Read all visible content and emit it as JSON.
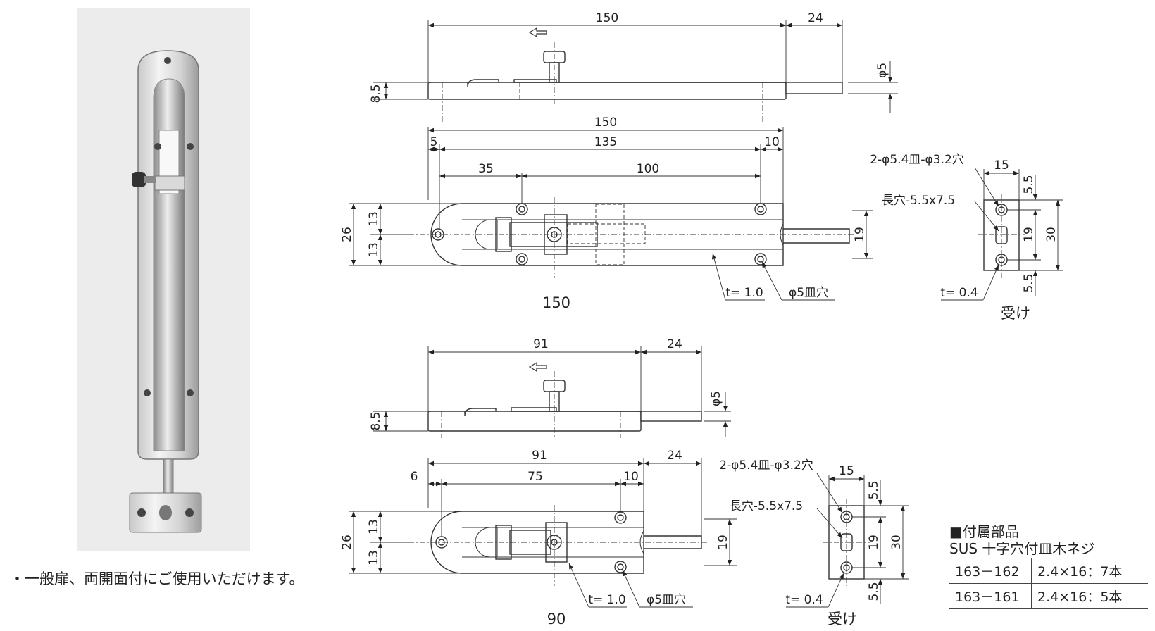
{
  "usage_note": "・一般扉、両開面付にご使用いただけます。",
  "drawing_150": {
    "model_label": "150",
    "side": {
      "length": "150",
      "rod_extension": "24",
      "rod_dia": "φ5",
      "height": "8.5"
    },
    "top": {
      "overall": "150",
      "left_margin": "5",
      "hole_span": "135",
      "right_margin": "10",
      "d1": "35",
      "d2": "100",
      "width": "26",
      "half_top": "13",
      "half_bottom": "13",
      "rod_len": "19",
      "thickness": "t= 1.0",
      "hole": "φ5皿穴"
    },
    "strike": {
      "title": "受け",
      "holes": "2-φ5.4皿-φ3.2穴",
      "slot": "長穴-5.5x7.5",
      "width": "15",
      "top_margin": "5.5",
      "pitch": "19",
      "height": "30",
      "bottom_margin": "5.5",
      "thickness": "t= 0.4"
    }
  },
  "drawing_90": {
    "model_label": "90",
    "side": {
      "length": "91",
      "rod_extension": "24",
      "rod_dia": "φ5",
      "height": "8.5"
    },
    "top": {
      "overall": "91",
      "rod_extension": "24",
      "left_margin": "6",
      "hole_span": "75",
      "right_margin": "10",
      "width": "26",
      "half_top": "13",
      "half_bottom": "13",
      "rod_len": "19",
      "thickness": "t= 1.0",
      "hole": "φ5皿穴"
    },
    "strike": {
      "title": "受け",
      "holes": "2-φ5.4皿-φ3.2穴",
      "slot": "長穴-5.5x7.5",
      "width": "15",
      "top_margin": "5.5",
      "pitch": "19",
      "height": "30",
      "bottom_margin": "5.5",
      "thickness": "t= 0.4"
    }
  },
  "parts": {
    "heading": "■付属部品",
    "subheading": "SUS 十字穴付皿木ネジ",
    "rows": [
      {
        "code": "163－162",
        "spec": "2.4×16：7本"
      },
      {
        "code": "163－161",
        "spec": "2.4×16：5本"
      }
    ]
  }
}
